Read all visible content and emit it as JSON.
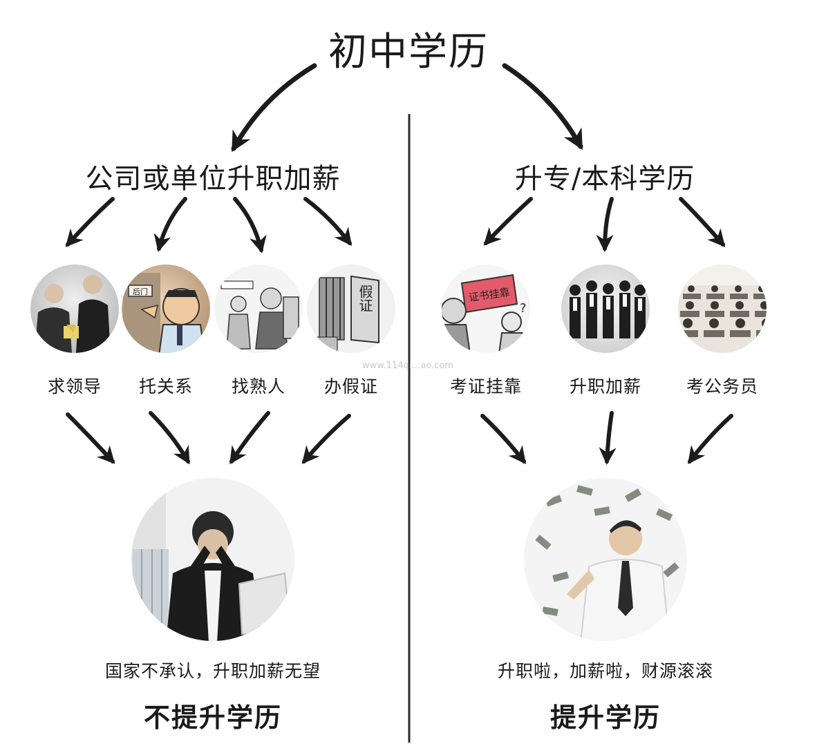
{
  "title": "初中学历",
  "left": {
    "heading": "公司或单位升职加薪",
    "options": [
      "求领导",
      "托关系",
      "找熟人",
      "办假证"
    ],
    "result_caption": "国家不承认，升职加薪无望",
    "conclusion": "不提升学历"
  },
  "right": {
    "heading": "升专/本科学历",
    "options": [
      "考证挂靠",
      "升职加薪",
      "考公务员"
    ],
    "result_caption": "升职啦，加薪啦，财源滚滚",
    "conclusion": "提升学历"
  },
  "image_text": {
    "back_door": "后门",
    "fake_cert": "假证",
    "cert_hanging": "证书挂靠"
  },
  "watermark": "www.114qi…ao.com",
  "colors": {
    "text": "#1a1a1a",
    "arrow": "#1c1c1c",
    "divider": "#2a2a2a",
    "background": "#ffffff"
  }
}
